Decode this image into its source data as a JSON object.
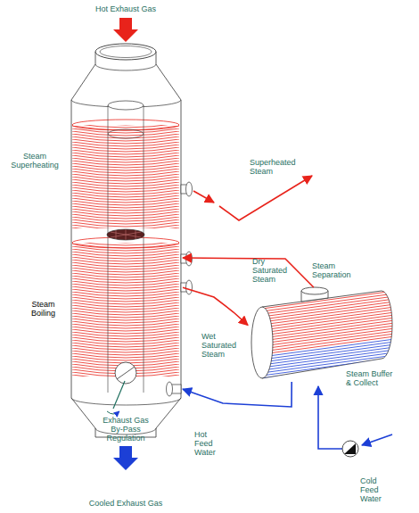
{
  "diagram": {
    "nodes": [
      {
        "text": [
          "Steam Superheating"
        ]
      },
      {
        "text": [
          "Steam Boiling"
        ]
      },
      {
        "text": [
          "Steam Buffer & Collect"
        ]
      }
    ],
    "edges": [
      {
        "from": 1,
        "to": 2,
        "arrow": "to",
        "label": "Wet Saturated Steam"
      },
      {
        "from": 2,
        "to": 0,
        "arrow": "to",
        "label": "Dry Saturated Steam"
      },
      {
        "from": 2,
        "to": 1,
        "arrow": "to",
        "label": "Hot Feed Water"
      }
    ],
    "labels": [
      "Hot Exhaust Gas",
      "Superheated Steam",
      "Steam Separation",
      "Exhaust Gas By-Pass Regulation",
      "Cold Feed Water",
      "Cooled Exhaust Gas"
    ]
  }
}
